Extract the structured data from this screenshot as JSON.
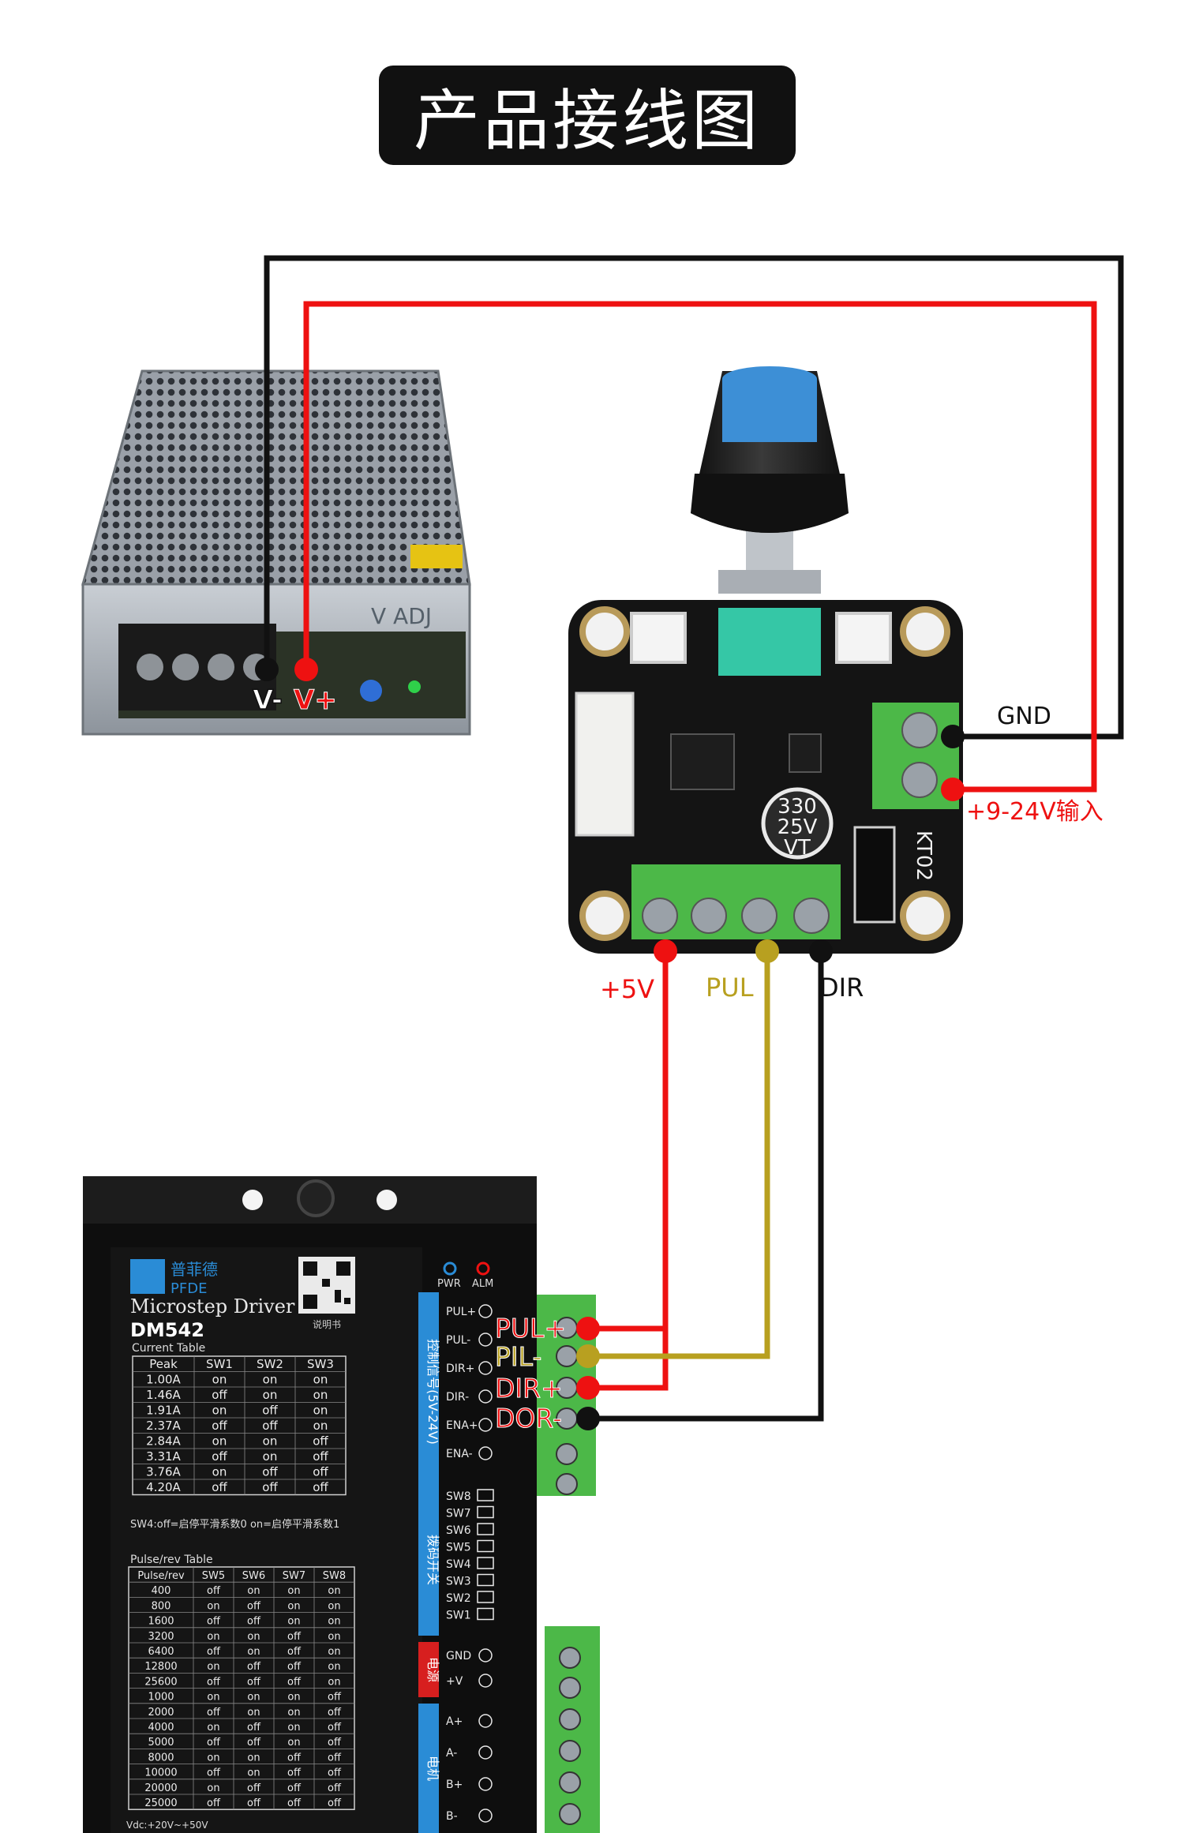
{
  "title": "产品接线图",
  "colors": {
    "red": "#ee1111",
    "black": "#111111",
    "yellow": "#b8a020",
    "terminal_green": "#4cb848",
    "pcb_black": "#141414",
    "knob_blue": "#3d8fd6",
    "driver_label_blue": "#2a8cd6"
  },
  "power_supply": {
    "v_minus": "V-",
    "v_plus": "V+",
    "pcb_text": "V ADJ"
  },
  "board": {
    "cap_text": [
      "330",
      "25V",
      "VT"
    ],
    "silk": "KT02",
    "labels": {
      "gnd": "GND",
      "vin": "+9-24V输入",
      "plus5v": "+5V",
      "pul": "PUL",
      "dir": "DIR"
    }
  },
  "driver": {
    "brand_cn": "普菲德",
    "brand_en": "PFDE",
    "qr_caption": "说明书",
    "product": "Microstep Driver",
    "model": "DM542",
    "current_caption": "Current Table",
    "current_table": {
      "headers": [
        "Peak",
        "SW1",
        "SW2",
        "SW3"
      ],
      "rows": [
        [
          "1.00A",
          "on",
          "on",
          "on"
        ],
        [
          "1.46A",
          "off",
          "on",
          "on"
        ],
        [
          "1.91A",
          "on",
          "off",
          "on"
        ],
        [
          "2.37A",
          "off",
          "off",
          "on"
        ],
        [
          "2.84A",
          "on",
          "on",
          "off"
        ],
        [
          "3.31A",
          "off",
          "on",
          "off"
        ],
        [
          "3.76A",
          "on",
          "off",
          "off"
        ],
        [
          "4.20A",
          "off",
          "off",
          "off"
        ]
      ]
    },
    "sw4_note": "SW4:off=启停平滑系数0  on=启停平滑系数1",
    "pulse_caption": "Pulse/rev Table",
    "pulse_table": {
      "headers": [
        "Pulse/rev",
        "SW5",
        "SW6",
        "SW7",
        "SW8"
      ],
      "rows": [
        [
          "400",
          "off",
          "on",
          "on",
          "on"
        ],
        [
          "800",
          "on",
          "off",
          "on",
          "on"
        ],
        [
          "1600",
          "off",
          "off",
          "on",
          "on"
        ],
        [
          "3200",
          "on",
          "on",
          "off",
          "on"
        ],
        [
          "6400",
          "off",
          "on",
          "off",
          "on"
        ],
        [
          "12800",
          "on",
          "off",
          "off",
          "on"
        ],
        [
          "25600",
          "off",
          "off",
          "off",
          "on"
        ],
        [
          "1000",
          "on",
          "on",
          "on",
          "off"
        ],
        [
          "2000",
          "off",
          "on",
          "on",
          "off"
        ],
        [
          "4000",
          "on",
          "off",
          "on",
          "off"
        ],
        [
          "5000",
          "off",
          "off",
          "on",
          "off"
        ],
        [
          "8000",
          "on",
          "on",
          "off",
          "off"
        ],
        [
          "10000",
          "off",
          "on",
          "off",
          "off"
        ],
        [
          "20000",
          "on",
          "off",
          "off",
          "off"
        ],
        [
          "25000",
          "off",
          "off",
          "off",
          "off"
        ]
      ]
    },
    "vdc": "Vdc:+20V~+50V",
    "pwr": "PWR",
    "alm": "ALM",
    "signal_group": "控制信号(5V-24V)",
    "signal_pins": [
      "PUL+",
      "PUL-",
      "DIR+",
      "DIR-",
      "ENA+",
      "ENA-"
    ],
    "switch_group": "拨码开关",
    "switches": [
      "SW8",
      "SW7",
      "SW6",
      "SW5",
      "SW4",
      "SW3",
      "SW2",
      "SW1"
    ],
    "power_group": "电源",
    "power_pins": [
      "GND",
      "+V"
    ],
    "motor_group": "电机",
    "motor_pins": [
      "A+",
      "A-",
      "B+",
      "B-"
    ]
  },
  "wire_labels": {
    "pul_plus": "PUL+",
    "pil_minus": "PIL-",
    "dir_plus": "DIR+",
    "dor_minus": "DOR-"
  }
}
